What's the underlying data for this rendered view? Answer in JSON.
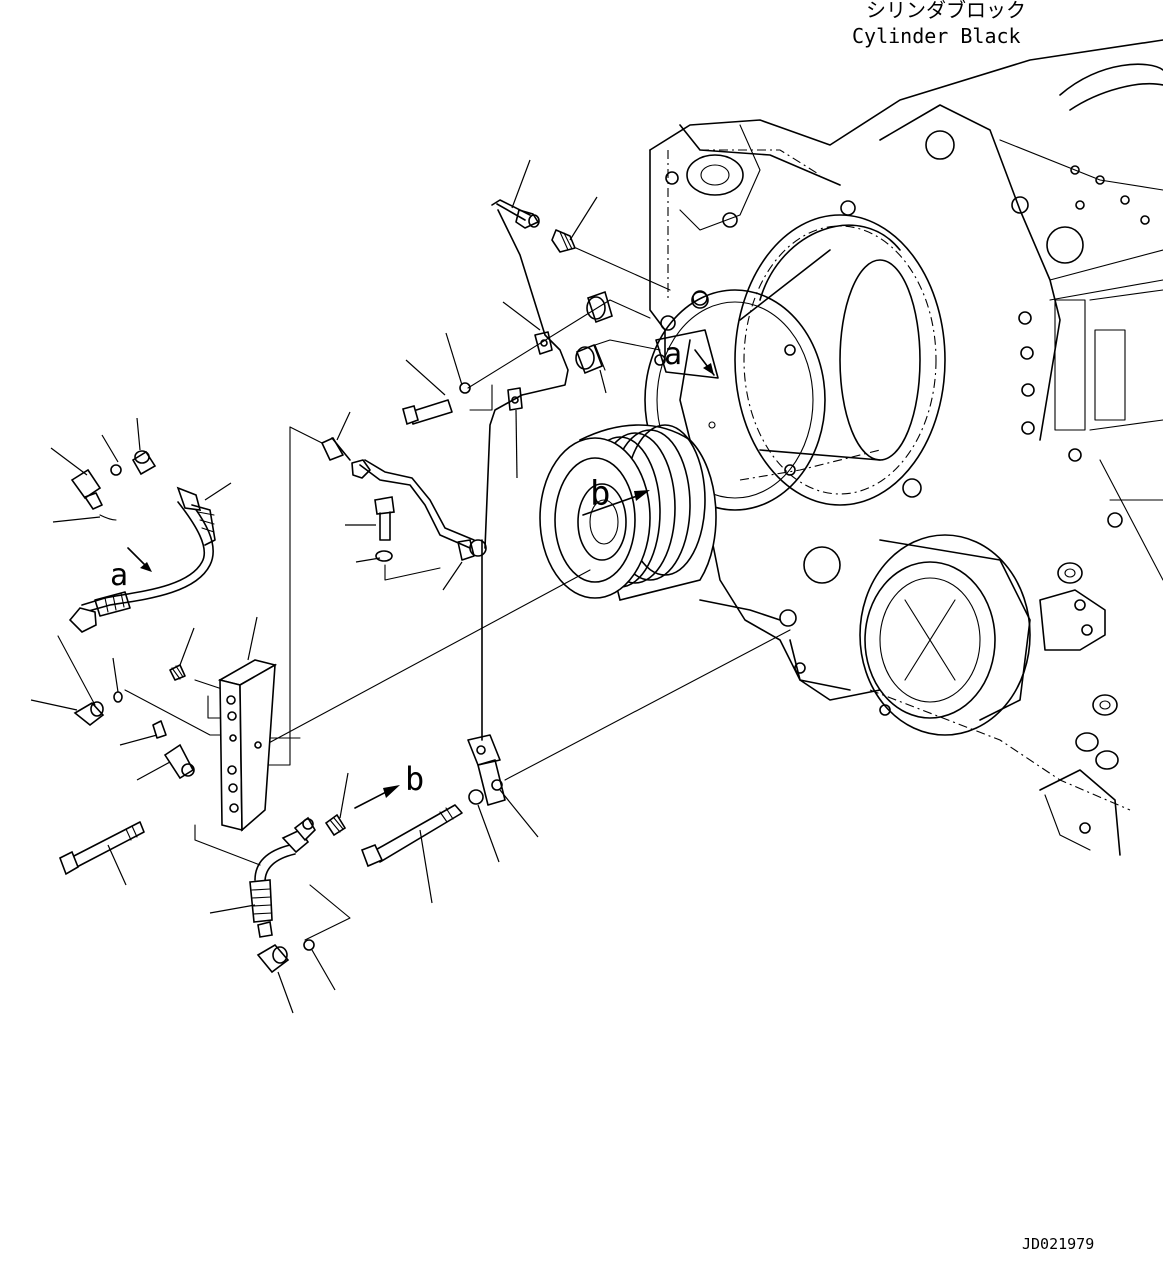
{
  "title": {
    "japanese": "シリンダブロック",
    "english": "Cylinder Black"
  },
  "callouts": {
    "a_left": "a",
    "a_cover": "a",
    "b_pulley": "b",
    "b_lower": "b"
  },
  "drawing_number": "JD021979",
  "colors": {
    "ink": "#000000",
    "paper": "#ffffff"
  }
}
